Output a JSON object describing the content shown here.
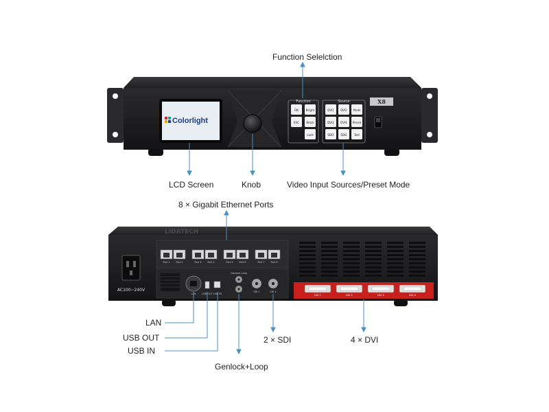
{
  "front": {
    "brand": "Colorlight",
    "model": "X8",
    "function_group_title": "Function",
    "source_group_title": "Source",
    "function_keys": [
      "OK",
      "Bright",
      "ESC",
      "Black",
      "Lock"
    ],
    "source_keys": [
      "DVI1",
      "DVI2",
      "Mode",
      "DVI3",
      "DVI4",
      "Preset",
      "SDI1",
      "SDI2",
      "Test"
    ]
  },
  "rear": {
    "watermark": "LIDATECH",
    "power_label": "AC100~240V",
    "ports": [
      "Port 1",
      "Port 2",
      "Port 3",
      "Port 4",
      "Port 5",
      "Port 6",
      "Port 7",
      "Port 8"
    ],
    "lan_port_label": "LAN",
    "usb_out_port_label": "USB OUT",
    "usb_in_port_label": "USB IN",
    "genlock_port_label": "Genlock Loop",
    "sdi_ports": [
      "SDI 1",
      "SDI 2"
    ],
    "dvi_ports": [
      "DVI 1",
      "DVI 2",
      "DVI 3",
      "DVI 4"
    ]
  },
  "callouts": {
    "function_selection": "Function Selelction",
    "lcd_screen": "LCD Screen",
    "knob": "Knob",
    "video_input": "Video Input Sources/Preset Mode",
    "ethernet_ports": "8 × Gigabit Ethernet Ports",
    "lan": "LAN",
    "usb_out": "USB OUT",
    "usb_in": "USB IN",
    "genlock_loop": "Genlock+Loop",
    "sdi": "2 × SDI",
    "dvi": "4 × DVI"
  },
  "colors": {
    "chassis": "#1e1e20",
    "lcd_bg": "#e8eef2",
    "brand_blue": "#1a3d8f",
    "dvi_panel": "#c8201d",
    "callout_line": "#4a90c2"
  }
}
